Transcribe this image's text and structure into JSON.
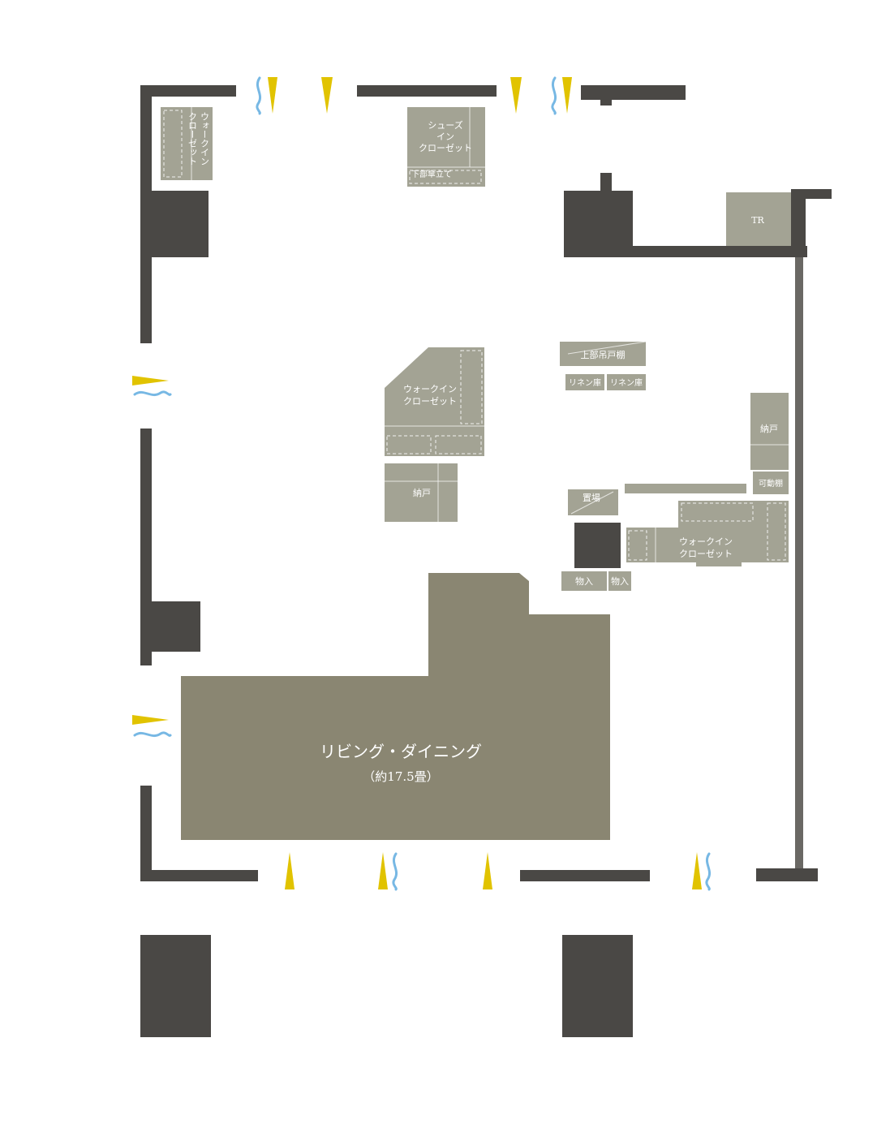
{
  "colors": {
    "wall": "#4a4845",
    "storage": "#a3a394",
    "living": "#8a8672",
    "glass": "#77b8e4",
    "light": "#e1c300",
    "background": "#ffffff"
  },
  "rooms": {
    "wic_top_left": {
      "line1": "ウォークイン",
      "line2": "クローゼット"
    },
    "shoes_closet": {
      "line1": "シューズ",
      "line2": "イン",
      "line3": "クローゼット",
      "sub": "下部傘立て"
    },
    "toilet": {
      "label": "TR"
    },
    "upper_cabinet": {
      "label": "上部吊戸棚"
    },
    "linen_1": {
      "label": "リネン庫"
    },
    "linen_2": {
      "label": "リネン庫"
    },
    "wic_center": {
      "line1": "ウォークイン",
      "line2": "クローゼット"
    },
    "storage_center": {
      "label": "納戸"
    },
    "storage_right": {
      "label": "納戸"
    },
    "adjustable_shelf": {
      "label": "可動棚"
    },
    "placement": {
      "label": "置場"
    },
    "wic_right": {
      "line1": "ウォークイン",
      "line2": "クローゼット"
    },
    "closet_1": {
      "label": "物入"
    },
    "closet_2": {
      "label": "物入"
    },
    "living": {
      "label": "リビング・ダイニング",
      "area": "（約17.5畳）"
    }
  }
}
